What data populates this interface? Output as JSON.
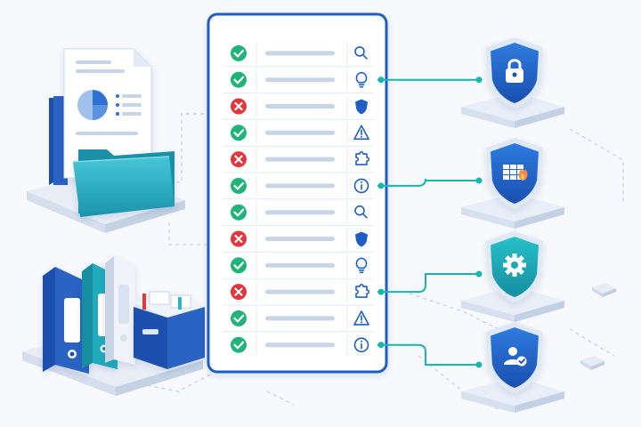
{
  "colors": {
    "background": "#f7f9fc",
    "panel_border": "#1f5fc4",
    "check_green": "#21b47a",
    "cross_red": "#e0383e",
    "connector_teal": "#19b6b0",
    "shield_blue": "#1e5fc6",
    "shield_teal": "#1aa7b4",
    "folder_teal": "#2bb3c9",
    "binder_blue": "#1f5fc4"
  },
  "checklist": {
    "rows": [
      {
        "status": "pass",
        "icon": "search-icon"
      },
      {
        "status": "pass",
        "icon": "lightbulb-icon"
      },
      {
        "status": "fail",
        "icon": "shield-icon"
      },
      {
        "status": "pass",
        "icon": "warning-icon"
      },
      {
        "status": "fail",
        "icon": "puzzle-icon"
      },
      {
        "status": "pass",
        "icon": "info-icon"
      },
      {
        "status": "pass",
        "icon": "search-icon"
      },
      {
        "status": "fail",
        "icon": "shield-icon"
      },
      {
        "status": "pass",
        "icon": "lightbulb-icon"
      },
      {
        "status": "fail",
        "icon": "puzzle-icon"
      },
      {
        "status": "pass",
        "icon": "warning-icon"
      },
      {
        "status": "pass",
        "icon": "info-icon"
      }
    ]
  },
  "shields": [
    {
      "icon": "padlock-icon",
      "connected_row": 1
    },
    {
      "icon": "firewall-icon",
      "connected_row": 5
    },
    {
      "icon": "gear-icon",
      "connected_row": 9
    },
    {
      "icon": "user-check-icon",
      "connected_row": 11
    }
  ]
}
